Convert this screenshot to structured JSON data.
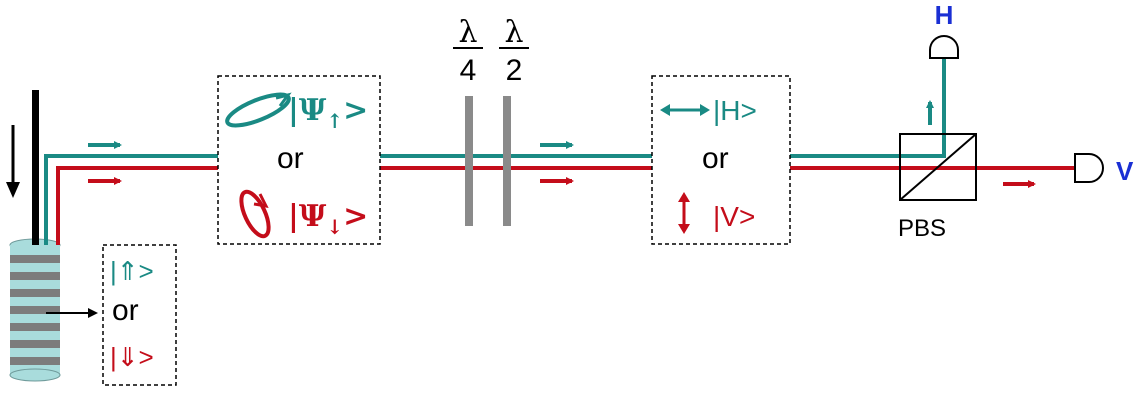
{
  "colors": {
    "teal": "#1a8a84",
    "red": "#c40d1a",
    "blue": "#1a2fd4",
    "gray": "#8a8a8a",
    "black": "#000000"
  },
  "cavity_box": {
    "line1": "|⇑>",
    "line2": "or",
    "line3": "|⇓>"
  },
  "photon_box": {
    "psi": "Ψ",
    "sub_up": "↑",
    "sub_down": "↓",
    "open_bar": "|",
    "close": ">",
    "or": "or"
  },
  "waveplates": {
    "quarter_num": "λ",
    "quarter_den": "4",
    "half_num": "λ",
    "half_den": "2"
  },
  "polarization_box": {
    "h_state": "|H>",
    "or": "or",
    "v_state": "|V>"
  },
  "pbs_label": "PBS",
  "detector_h": "H",
  "detector_v": "V"
}
